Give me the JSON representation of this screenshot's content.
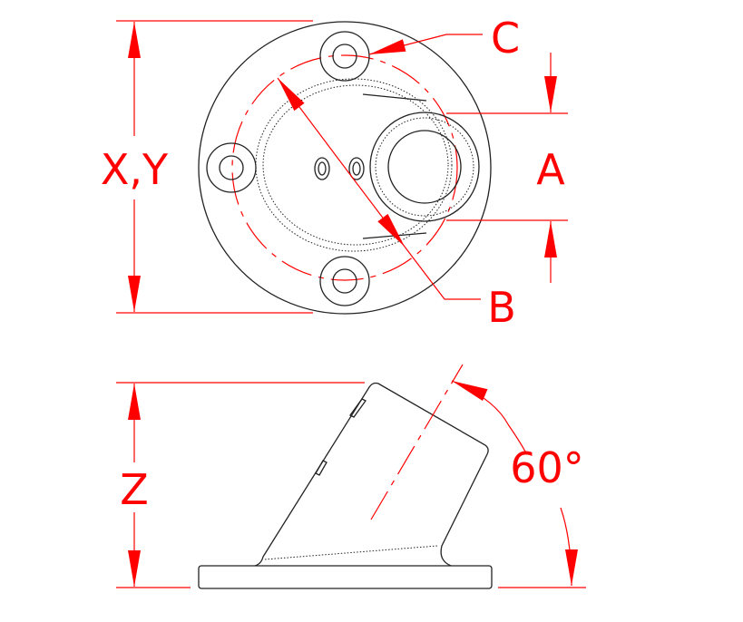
{
  "labels": {
    "xy": "X,Y",
    "a": "A",
    "b": "B",
    "c": "C",
    "z": "Z",
    "angle": "60°"
  },
  "colors": {
    "dimension": "#ff0000",
    "outline": "#222222"
  }
}
